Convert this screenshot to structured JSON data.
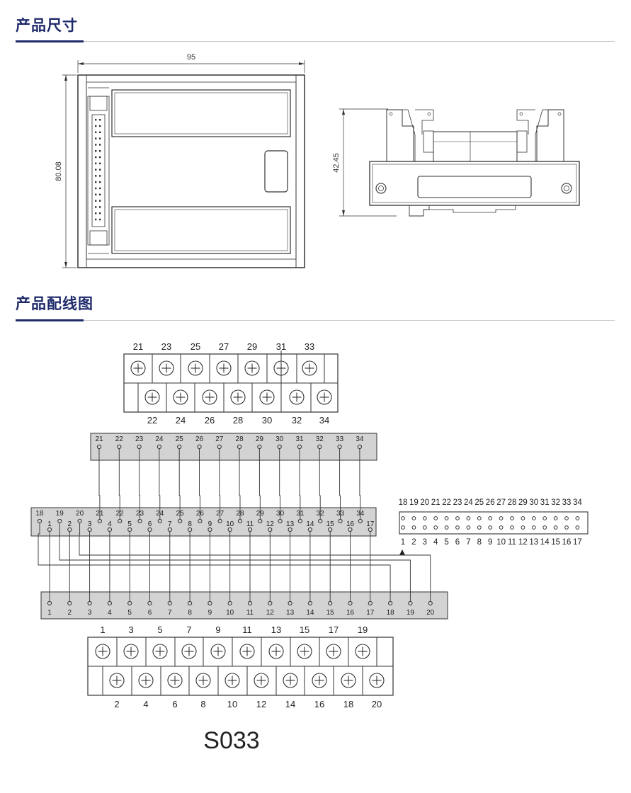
{
  "sections": {
    "dimensions_title": "产品尺寸",
    "wiring_title": "产品配线图"
  },
  "dimensions": {
    "width": "95",
    "height": "80.08",
    "depth": "42.45"
  },
  "terminal_block_top": {
    "upper_labels": [
      "21",
      "23",
      "25",
      "27",
      "29",
      "31",
      "33"
    ],
    "lower_labels": [
      "22",
      "24",
      "26",
      "28",
      "30",
      "32",
      "34"
    ]
  },
  "pcb_top": {
    "labels": [
      "21",
      "22",
      "23",
      "24",
      "25",
      "26",
      "27",
      "28",
      "29",
      "30",
      "31",
      "32",
      "33",
      "34"
    ]
  },
  "pcb_mid": {
    "upper_labels": [
      "18",
      "19",
      "20",
      "21",
      "22",
      "23",
      "24",
      "25",
      "26",
      "27",
      "28",
      "29",
      "30",
      "31",
      "32",
      "33",
      "34"
    ],
    "lower_labels": [
      "1",
      "2",
      "3",
      "4",
      "5",
      "6",
      "7",
      "8",
      "9",
      "10",
      "11",
      "12",
      "13",
      "14",
      "15",
      "16",
      "17"
    ]
  },
  "pcb_bottom": {
    "labels": [
      "1",
      "2",
      "3",
      "4",
      "5",
      "6",
      "7",
      "8",
      "9",
      "10",
      "11",
      "12",
      "13",
      "14",
      "15",
      "16",
      "17",
      "18",
      "19",
      "20"
    ]
  },
  "terminal_block_bottom": {
    "upper_labels": [
      "1",
      "3",
      "5",
      "7",
      "9",
      "11",
      "13",
      "15",
      "17",
      "19"
    ],
    "lower_labels": [
      "2",
      "4",
      "6",
      "8",
      "10",
      "12",
      "14",
      "16",
      "18",
      "20"
    ]
  },
  "connector_pinout": {
    "top_row": [
      "18",
      "19",
      "20",
      "21",
      "22",
      "23",
      "24",
      "25",
      "26",
      "27",
      "28",
      "29",
      "30",
      "31",
      "32",
      "33",
      "34"
    ],
    "bottom_row": [
      "1",
      "2",
      "3",
      "4",
      "5",
      "6",
      "7",
      "8",
      "9",
      "10",
      "11",
      "12",
      "13",
      "14",
      "15",
      "16",
      "17"
    ]
  },
  "model": "S033"
}
